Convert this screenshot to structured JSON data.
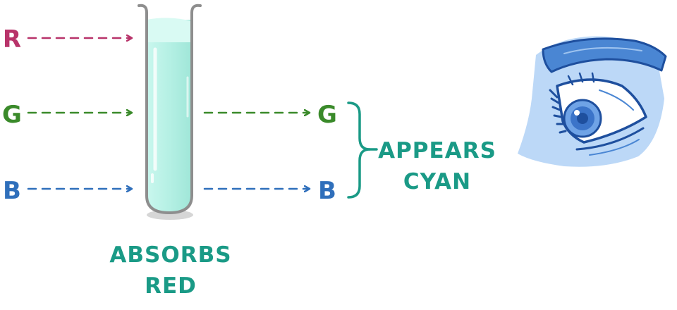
{
  "inputs": {
    "red": "R",
    "green": "G",
    "blue": "B"
  },
  "outputs": {
    "green": "G",
    "blue": "B"
  },
  "tube_caption": {
    "line1": "ABSORBS",
    "line2": "RED"
  },
  "result_caption": {
    "line1": "APPEARS",
    "line2": "CYAN"
  },
  "colors": {
    "red": "#b8336a",
    "green": "#3a8a2a",
    "blue": "#2f6fbb",
    "teal": "#1a9a86",
    "liquid": "#b9f2e7",
    "tube_outline": "#8e8e8e",
    "eye_blue": "#2e63b8"
  },
  "icons": [
    "test-tube-icon",
    "eye-icon"
  ]
}
